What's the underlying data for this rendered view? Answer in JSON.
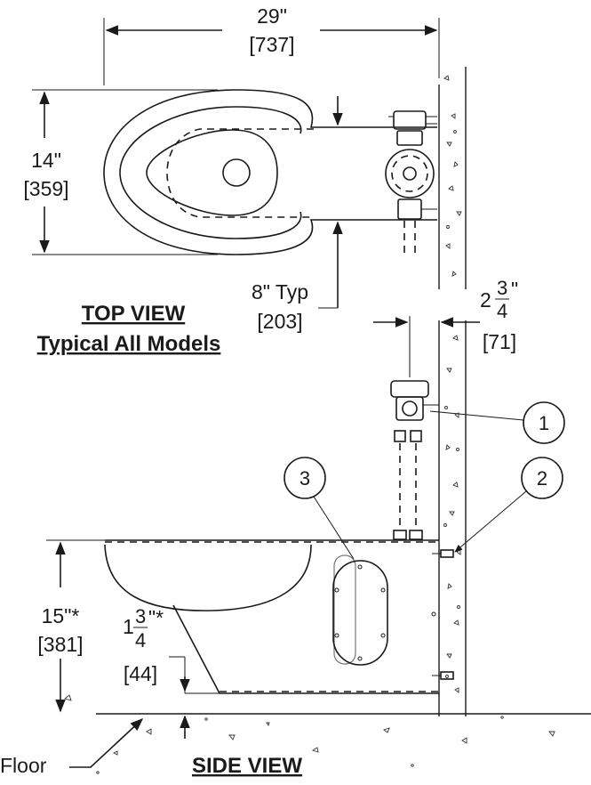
{
  "dimensions": {
    "width_in": "29\"",
    "width_mm": "[737]",
    "depth_in": "14\"",
    "depth_mm": "[359]",
    "spacing_in": "8\" Typ",
    "spacing_mm": "[203]",
    "offset_whole": "2",
    "offset_num": "3",
    "offset_den": "4",
    "offset_mark": "\"",
    "offset_mm": "[71]",
    "height_in": "15\"*",
    "height_mm": "[381]",
    "base_whole": "1",
    "base_num": "3",
    "base_den": "4",
    "base_mark": "\"*",
    "base_mm": "[44]"
  },
  "views": {
    "top_title": "TOP VIEW",
    "top_subtitle": "Typical All Models",
    "side_title": "SIDE VIEW"
  },
  "labels": {
    "floor": "Floor"
  },
  "callouts": [
    "1",
    "2",
    "3"
  ]
}
